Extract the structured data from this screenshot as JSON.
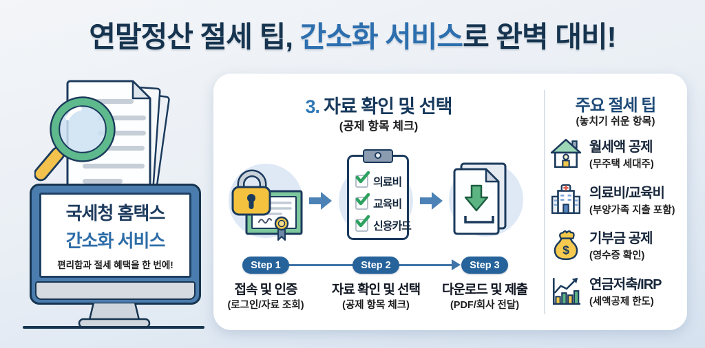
{
  "title": {
    "prefix": "연말정산 절세 팁, ",
    "accent": "간소화 서비스",
    "suffix": "로 완벽 대비!"
  },
  "monitor": {
    "screen_line1": "국세청 홈택스",
    "screen_line2": "간소화 서비스",
    "tagline": "편리함과 절세 혜택을 한 번에!"
  },
  "flow": {
    "step_number": "3.",
    "title": "자료 확인 및 선택",
    "subtitle": "(공제 항목 체크)",
    "checklist": [
      "의료비",
      "교육비",
      "신용카드"
    ],
    "steps": [
      {
        "pill": "Step 1",
        "title": "접속 및 인증",
        "subtitle": "(로그인/자료 조회)"
      },
      {
        "pill": "Step 2",
        "title": "자료 확인 및 선택",
        "subtitle": "(공제 항목 체크)"
      },
      {
        "pill": "Step 3",
        "title": "다운로드 및 제출",
        "subtitle": "(PDF/회사 전달)"
      }
    ]
  },
  "tips": {
    "title": "주요 절세 팁",
    "subtitle": "(놓치기 쉬운 항목)",
    "items": [
      {
        "icon": "house-icon",
        "title": "월세액 공제",
        "subtitle": "(무주택 세대주)"
      },
      {
        "icon": "hospital-icon",
        "title": "의료비/교육비",
        "subtitle": "(부양가족 지출 포함)"
      },
      {
        "icon": "money-bag-icon",
        "title": "기부금 공제",
        "subtitle": "(영수증 확인)",
        "glyph": "$"
      },
      {
        "icon": "chart-icon",
        "title": "연금저축/IRP",
        "subtitle": "(세액공제 한도)"
      }
    ]
  },
  "colors": {
    "navy_text": "#16344f",
    "accent_blue": "#2d6fae",
    "pill_blue": "#26639b",
    "arrow_blue": "#4d82b6",
    "green": "#5cb482",
    "yellow": "#f2c84b",
    "circle_bg": "#dfe9f6"
  }
}
